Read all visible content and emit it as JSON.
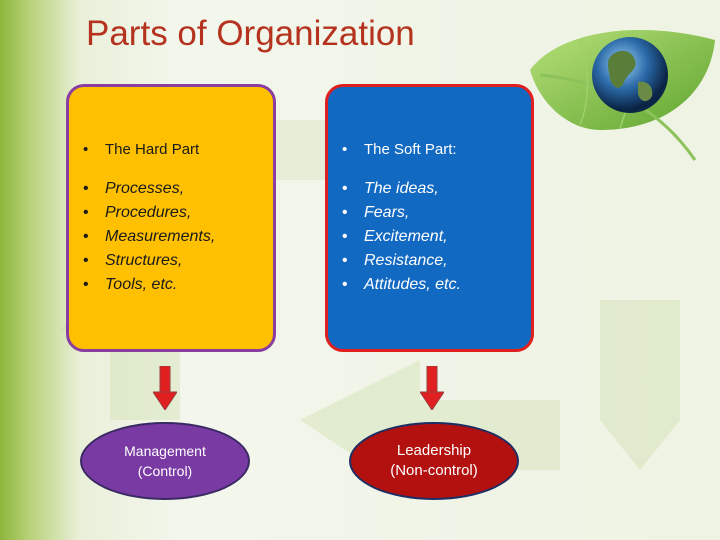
{
  "slide": {
    "title": "Parts of Organization"
  },
  "hard_part": {
    "heading": "The Hard Part",
    "bullet": "•",
    "items": [
      "Processes,",
      "Procedures,",
      "Measurements,",
      "Structures,",
      "Tools, etc."
    ]
  },
  "soft_part": {
    "heading": "The Soft Part:",
    "bullet": "•",
    "items": [
      "The ideas,",
      "Fears,",
      "Excitement,",
      "Resistance,",
      "Attitudes, etc."
    ]
  },
  "management": {
    "line1": "Management",
    "line2": "(Control)"
  },
  "leadership": {
    "line1": "Leadership",
    "line2": "(Non-control)"
  },
  "colors": {
    "title": "#b4321e",
    "hard_fill": "#ffc000",
    "hard_border": "#8a3fa0",
    "soft_fill": "#1269c2",
    "soft_border": "#e01f1f",
    "arrow": "#e02020",
    "management_fill": "#7a3aa3",
    "leadership_fill": "#b3110f"
  },
  "icons": [
    "recycle-background-icon",
    "globe-leaf-icon",
    "down-arrow-icon"
  ]
}
